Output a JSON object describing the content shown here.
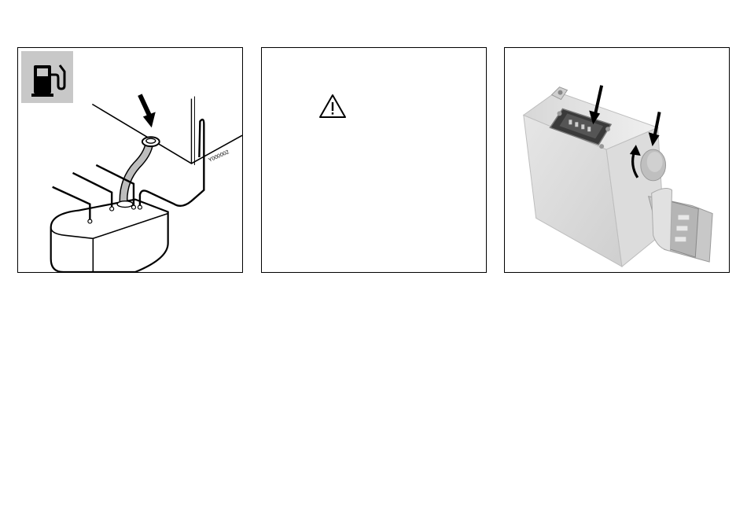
{
  "figures": [
    {
      "id": "fuel-tank-illustration",
      "icon": "fuel-pump-icon",
      "label": "Y000002"
    },
    {
      "id": "warning-panel",
      "icon": "warning-triangle-icon"
    },
    {
      "id": "control-unit-photo",
      "icon": "rotate-arrow-icon"
    }
  ],
  "colors": {
    "badge_background": "#c8c8c8",
    "line": "#000000"
  }
}
